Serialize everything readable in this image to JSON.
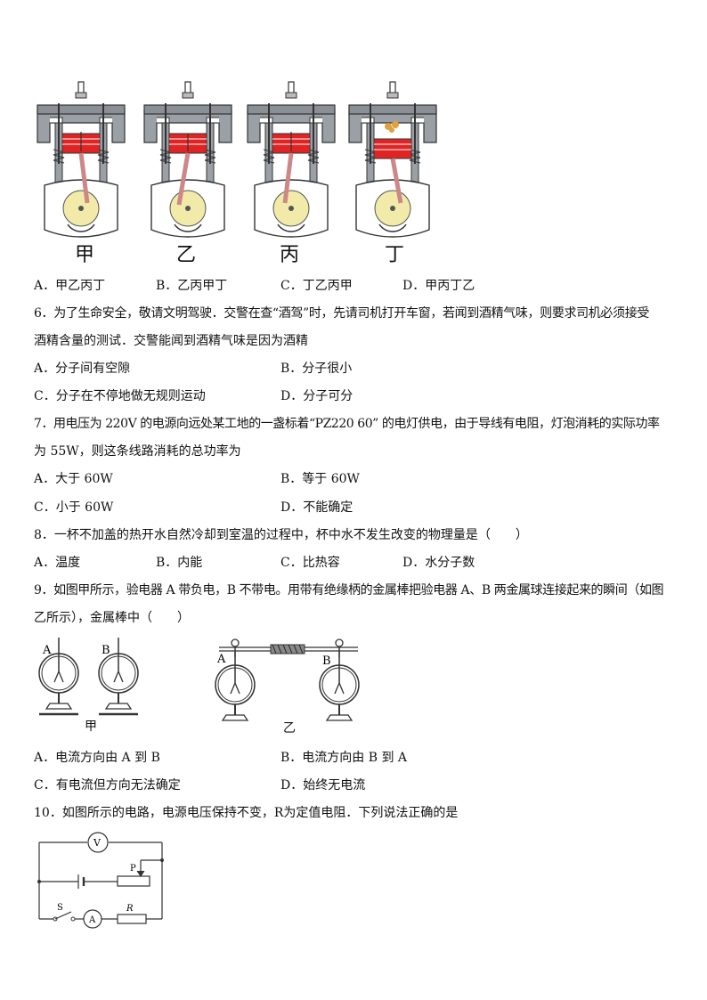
{
  "engine_figure": {
    "captions": [
      "甲",
      "乙",
      "丙",
      "丁"
    ]
  },
  "q5": {
    "options": [
      "A．甲乙丙丁",
      "B．乙丙甲丁",
      "C．丁乙丙甲",
      "D．甲丙丁乙"
    ]
  },
  "q6": {
    "line1": "6．为了生命安全，敬请文明驾驶．交警在查“酒驾”时，先请司机打开车窗，若闻到酒精气味，则要求司机必须接受",
    "line2": "酒精含量的测试．交警能闻到酒精气味是因为酒精",
    "options": [
      "A．分子间有空隙",
      "B．分子很小",
      "C．分子在不停地做无规则运动",
      "D．分子可分"
    ]
  },
  "q7": {
    "line1": "7．用电压为 220V 的电源向远处某工地的一盏标着“PZ220 60” 的电灯供电，由于导线有电阻，灯泡消耗的实际功率",
    "line2": "为 55W，则这条线路消耗的总功率为",
    "options": [
      "A．大于 60W",
      "B．等于 60W",
      "C．小于 60W",
      "D．不能确定"
    ]
  },
  "q8": {
    "line1": "8．一杯不加盖的热开水自然冷却到室温的过程中，杯中水不发生改变的物理量是（　　）",
    "options": [
      "A．温度",
      "B．内能",
      "C．比热容",
      "D．水分子数"
    ]
  },
  "q9": {
    "line1": "9．如图甲所示，验电器 A 带负电，B 不带电。用带有绝缘柄的金属棒把验电器 A、B 两金属球连接起来的瞬间（如图",
    "line2": "乙所示），金属棒中（　　）",
    "figure": {
      "label_a": "A",
      "label_b": "B",
      "caption_jia": "甲",
      "caption_yi": "乙"
    },
    "options": [
      "A．电流方向由 A 到 B",
      "B．电流方向由 B 到 A",
      "C．有电流但方向无法确定",
      "D．始终无电流"
    ]
  },
  "q10": {
    "line1": "10．如图所示的电路，电源电压保持不变，R为定值电阻．下列说法正确的是",
    "circuit": {
      "voltmeter": "V",
      "ammeter": "A",
      "switch": "S",
      "slider": "P",
      "resistor": "R"
    }
  }
}
